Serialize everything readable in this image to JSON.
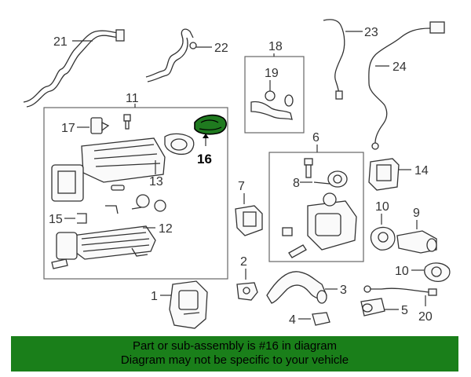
{
  "diagram": {
    "highlight_color": "#1f7a1f",
    "highlighted_part": "16",
    "callouts": {
      "c1": "1",
      "c2": "2",
      "c3": "3",
      "c4": "4",
      "c5": "5",
      "c6": "6",
      "c7": "7",
      "c8": "8",
      "c9": "9",
      "c10": "10",
      "c11": "11",
      "c12": "12",
      "c13": "13",
      "c14": "14",
      "c15": "15",
      "c16": "16",
      "c17": "17",
      "c18": "18",
      "c19": "19",
      "c20": "20",
      "c21": "21",
      "c22": "22",
      "c23": "23",
      "c24": "24"
    }
  },
  "banner": {
    "line1": "Part or sub-assembly is #16 in diagram",
    "line2": "Diagram may not be specific to your vehicle",
    "background": "#1a7f1a"
  }
}
